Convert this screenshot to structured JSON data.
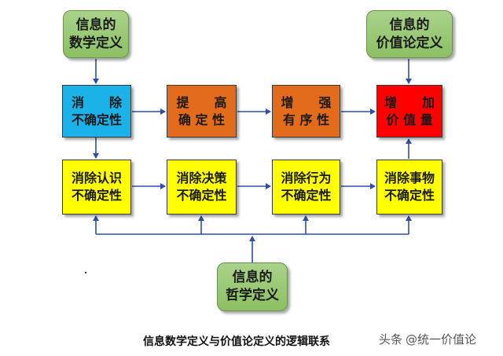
{
  "boxes": {
    "math_def": [
      "信息的",
      "数学定义"
    ],
    "value_def": [
      "信息的",
      "价值论定义"
    ],
    "phil_def": [
      "信息的",
      "哲学定义"
    ],
    "eliminate_uncertainty": [
      "消　　除",
      "不确定性"
    ],
    "improve_certainty": [
      "提　　高",
      "确 定 性"
    ],
    "enhance_order": [
      "增　　强",
      "有 序 性"
    ],
    "increase_value": [
      "增　　加",
      "价 值 量"
    ],
    "eliminate_cognition": [
      "消除认识",
      "不确定性"
    ],
    "eliminate_decision": [
      "消除决策",
      "不确定性"
    ],
    "eliminate_behavior": [
      "消除行为",
      "不确定性"
    ],
    "eliminate_things": [
      "消除事物",
      "不确定性"
    ]
  },
  "caption": "信息数学定义与价值论定义的逻辑联系",
  "watermark": {
    "prefix": "头条",
    "handle": "@统一价值论"
  },
  "colors": {
    "green": "#93c66e",
    "blue": "#1ab2e8",
    "orange": "#e36c1c",
    "red": "#ff0000",
    "yellow": "#ffff00",
    "arrow": "#2e4fa8"
  }
}
